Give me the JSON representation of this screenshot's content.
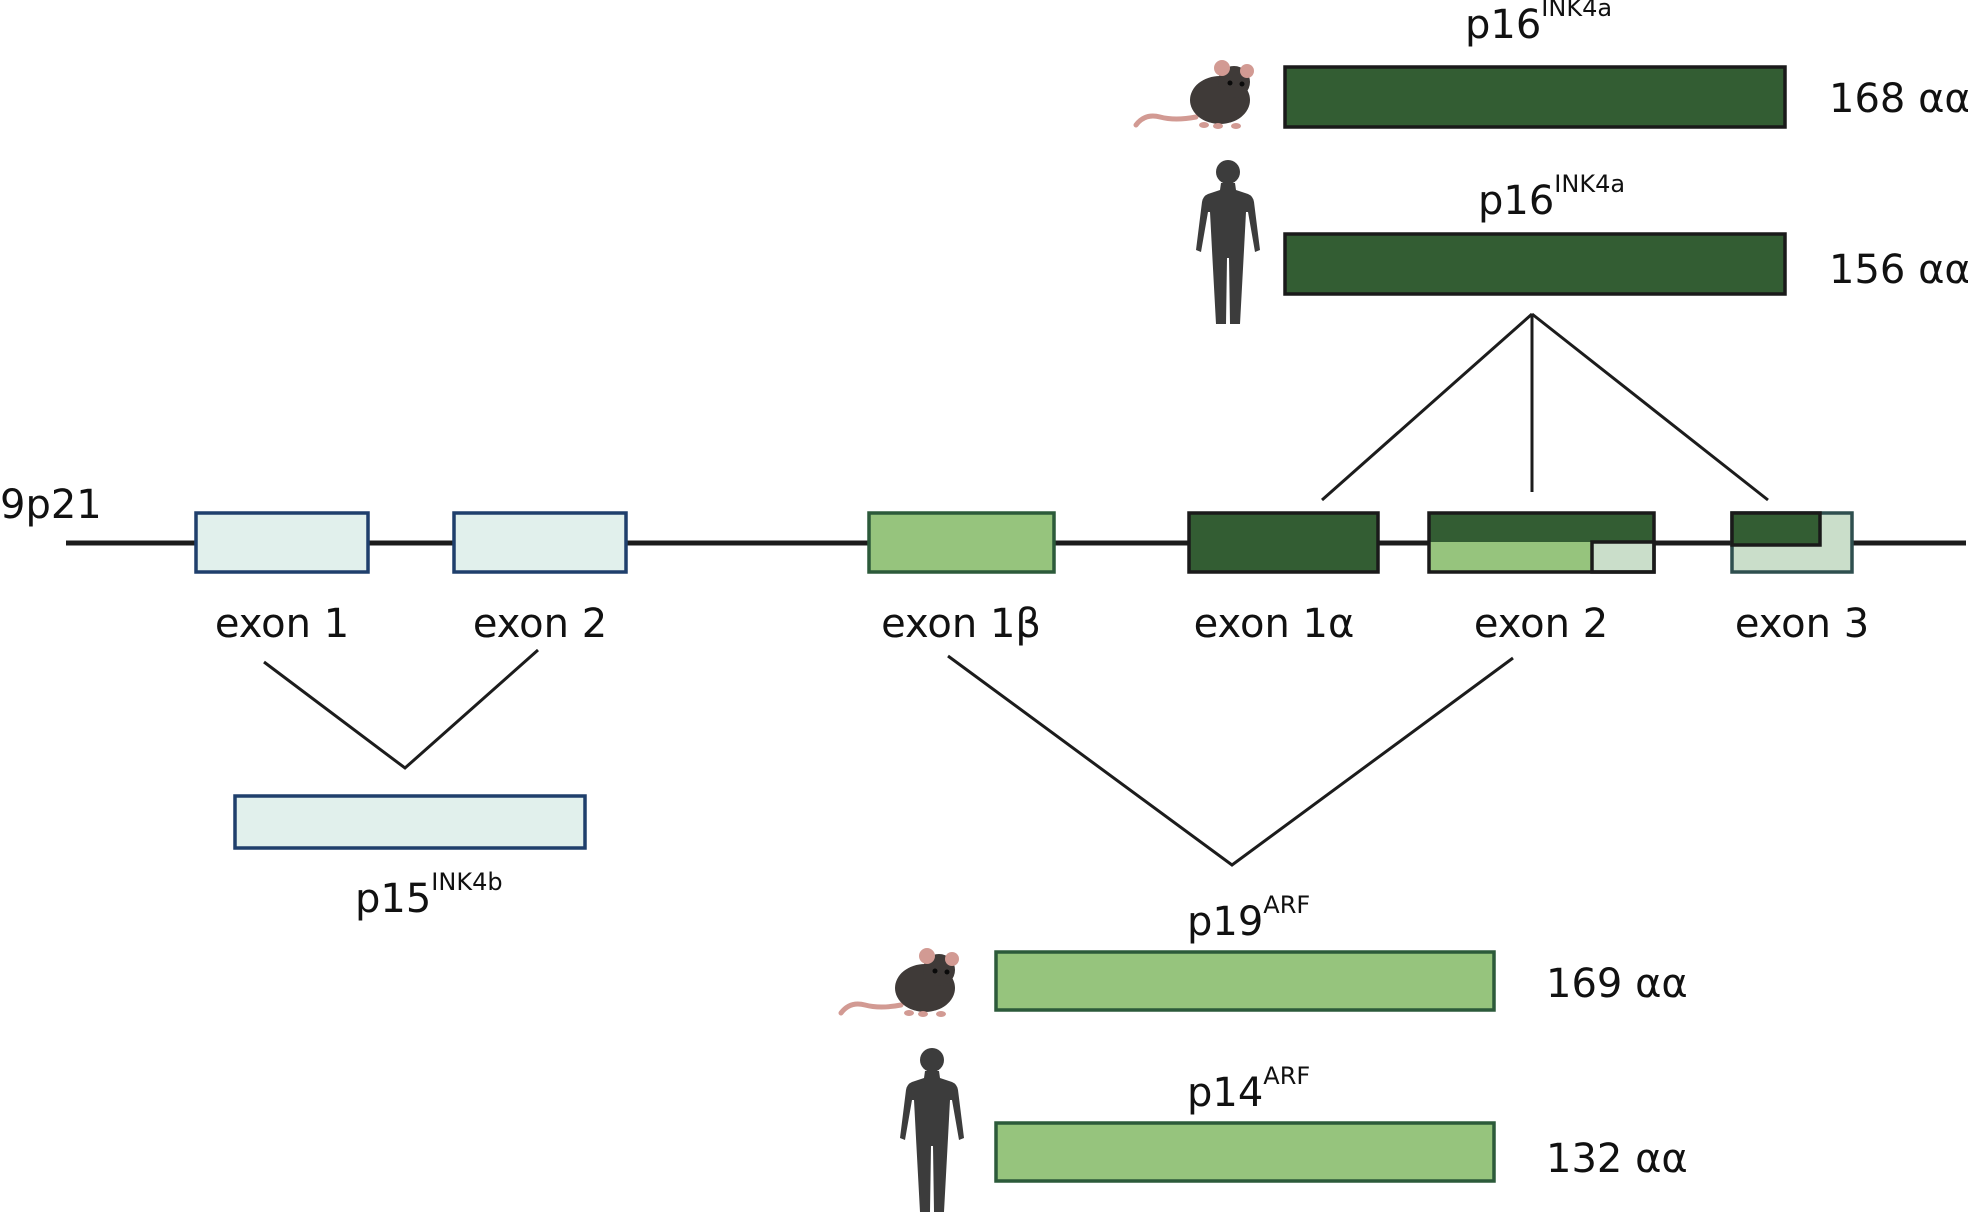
{
  "locus": {
    "label": "9p21"
  },
  "colors": {
    "line": "#1c1c1c",
    "ink4b_fill": "#e1f0ec",
    "ink4b_stroke": "#1f3f6c",
    "arf_fill": "#96c47d",
    "arf_stroke": "#2c5a3a",
    "ink4a_fill": "#335d33",
    "ink4a_stroke": "#1a1a1a",
    "pale_fill": "#cadeca",
    "exon3_stroke": "#2f4f4f",
    "silhouette": "#3c3c3c",
    "mouse_body": "#3f3a38",
    "mouse_pink": "#d29a93"
  },
  "exons": {
    "b_exon1": "exon 1",
    "b_exon2": "exon 2",
    "exon1beta": "exon 1β",
    "exon1alpha": "exon 1α",
    "exon2": "exon 2",
    "exon3": "exon 3"
  },
  "proteins": {
    "p15": {
      "name": "p15",
      "sup": "INK4b"
    },
    "p16_mouse": {
      "name": "p16",
      "sup": "INK4a",
      "length": "168 αα",
      "species": "mouse-icon"
    },
    "p16_human": {
      "name": "p16",
      "sup": "INK4a",
      "length": "156 αα",
      "species": "human-icon"
    },
    "p19_mouse": {
      "name": "p19",
      "sup": "ARF",
      "length": "169 αα",
      "species": "mouse-icon"
    },
    "p14_human": {
      "name": "p14",
      "sup": "ARF",
      "length": "132 αα",
      "species": "human-icon"
    }
  }
}
